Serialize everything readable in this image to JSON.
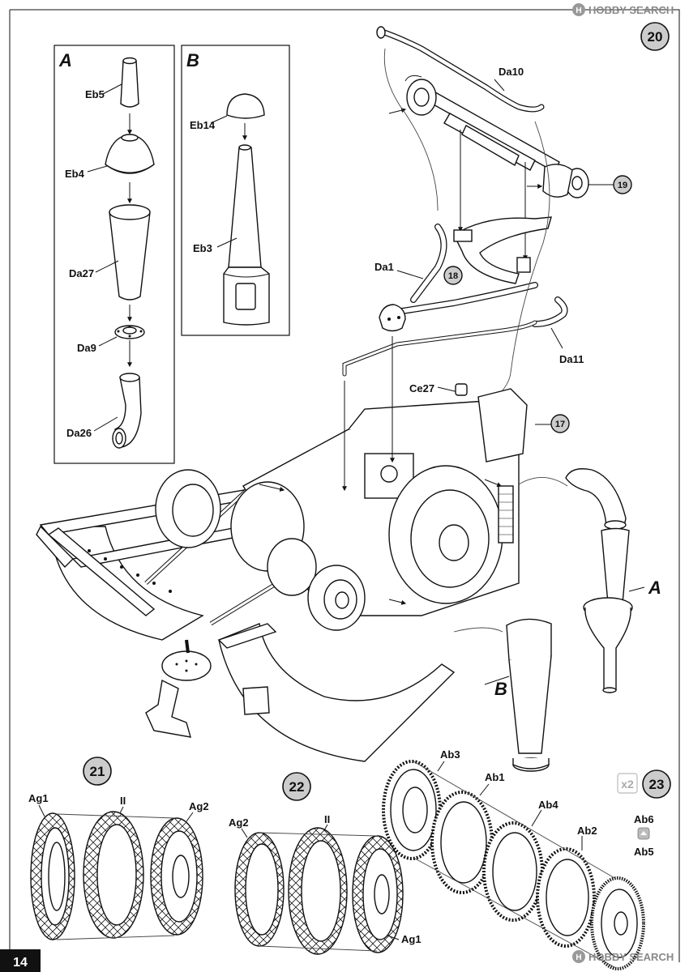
{
  "page": {
    "number": "14",
    "watermark": "HOBBY SEARCH",
    "watermark_logo": "H"
  },
  "inset_a": {
    "letter": "A",
    "parts": [
      "Eb5",
      "Eb4",
      "Da27",
      "Da9",
      "Da26"
    ]
  },
  "inset_b": {
    "letter": "B",
    "parts": [
      "Eb14",
      "Eb3"
    ]
  },
  "steps": {
    "s17": "17",
    "s18": "18",
    "s19": "19",
    "s20": "20",
    "s21": "21",
    "s22": "22",
    "s23": "23"
  },
  "main_parts": {
    "da10": "Da10",
    "da1": "Da1",
    "da11": "Da11",
    "ce27": "Ce27"
  },
  "callouts": {
    "a": "A",
    "b": "B"
  },
  "step21": {
    "ag1": "Ag1",
    "ii": "II",
    "ag2": "Ag2"
  },
  "step22": {
    "ag2": "Ag2",
    "ii": "II",
    "ag1": "Ag1"
  },
  "step23": {
    "multiplier": "x2",
    "ab3": "Ab3",
    "ab1": "Ab1",
    "ab4": "Ab4",
    "ab2": "Ab2",
    "ab6": "Ab6",
    "ab5": "Ab5"
  },
  "icons": [
    "arrow-icon",
    "glue-icon",
    "tread-icon"
  ]
}
